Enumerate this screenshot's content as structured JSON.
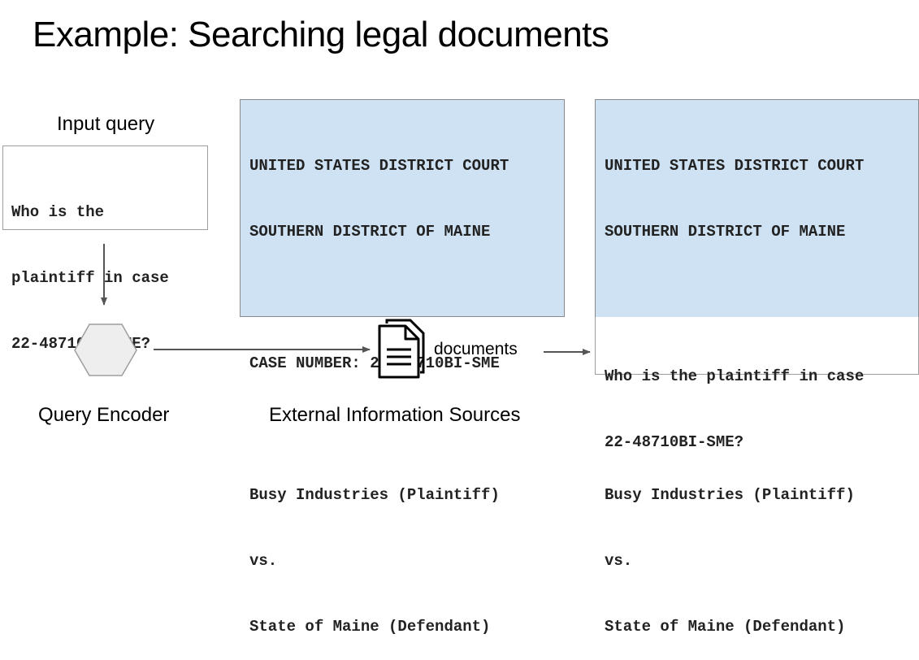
{
  "title": "Example: Searching legal documents",
  "input_query": {
    "label": "Input query",
    "lines": [
      "Who is the",
      "plaintiff in case",
      "22-48710BI-SME?"
    ]
  },
  "query_encoder": {
    "label": "Query Encoder"
  },
  "external_sources": {
    "label": "External Information Sources",
    "documents_label": "documents"
  },
  "document": {
    "lines": [
      "UNITED STATES DISTRICT COURT",
      "SOUTHERN DISTRICT OF MAINE",
      "",
      "CASE NUMBER: 22-48710BI-SME",
      "",
      "Busy Industries (Plaintiff)",
      "vs.",
      "State of Maine (Defendant)"
    ]
  },
  "augmented_prompt": {
    "query_lines": [
      "Who is the plaintiff in case",
      "22-48710BI-SME?"
    ]
  },
  "colors": {
    "document_fill": "#cfe2f3",
    "encoder_fill": "#eeeeee",
    "arrow": "#555555"
  }
}
